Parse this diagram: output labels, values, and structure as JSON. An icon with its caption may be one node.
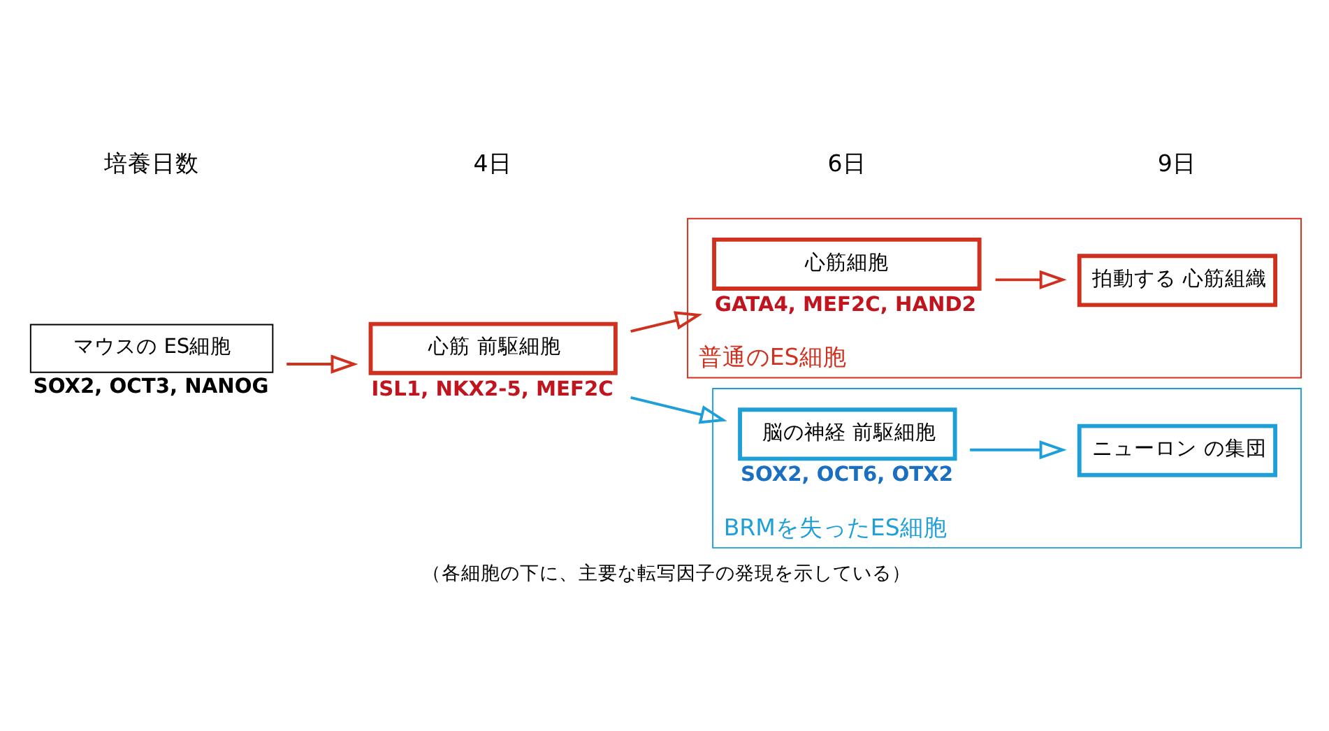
{
  "diagram": {
    "caption": "（各細胞の下に、主要な転写因子の発現を示している）",
    "nodes": [
      {
        "text": [
          "普通のES細胞"
        ]
      },
      {
        "text": [
          "心筋細胞"
        ],
        "in": 0,
        "beside": [
          "GATA4, MEF2C, HAND2"
        ]
      },
      {
        "text": [
          "拍動する 心筋組織"
        ],
        "in": 0
      },
      {
        "text": [
          "BRMを失ったES細胞"
        ]
      },
      {
        "text": [
          "マウスの ES細胞"
        ],
        "beside": [
          "SOX2, OCT3, NANOG"
        ]
      },
      {
        "text": [
          "心筋 前駆細胞"
        ],
        "beside": [
          "ISL1, NKX2-5, MEF2C"
        ]
      },
      {
        "text": [
          "脳の神経 前駆細胞"
        ],
        "in": 3,
        "beside": [
          "SOX2, OCT6, OTX2"
        ]
      },
      {
        "text": [
          "ニューロン の集団"
        ],
        "in": 3
      }
    ],
    "edges": [
      {
        "from": 4,
        "to": 5,
        "arrow": "to"
      },
      {
        "from": 5,
        "to": 1,
        "arrow": "to"
      },
      {
        "from": 1,
        "to": 2,
        "arrow": "to"
      },
      {
        "from": 5,
        "to": 6,
        "arrow": "to",
        "color": "#1e9fd8"
      },
      {
        "from": 6,
        "to": 7,
        "arrow": "to",
        "color": "#1e9fd8"
      }
    ],
    "labels": [
      "培養日数",
      "4日",
      "6日",
      "9日"
    ]
  }
}
